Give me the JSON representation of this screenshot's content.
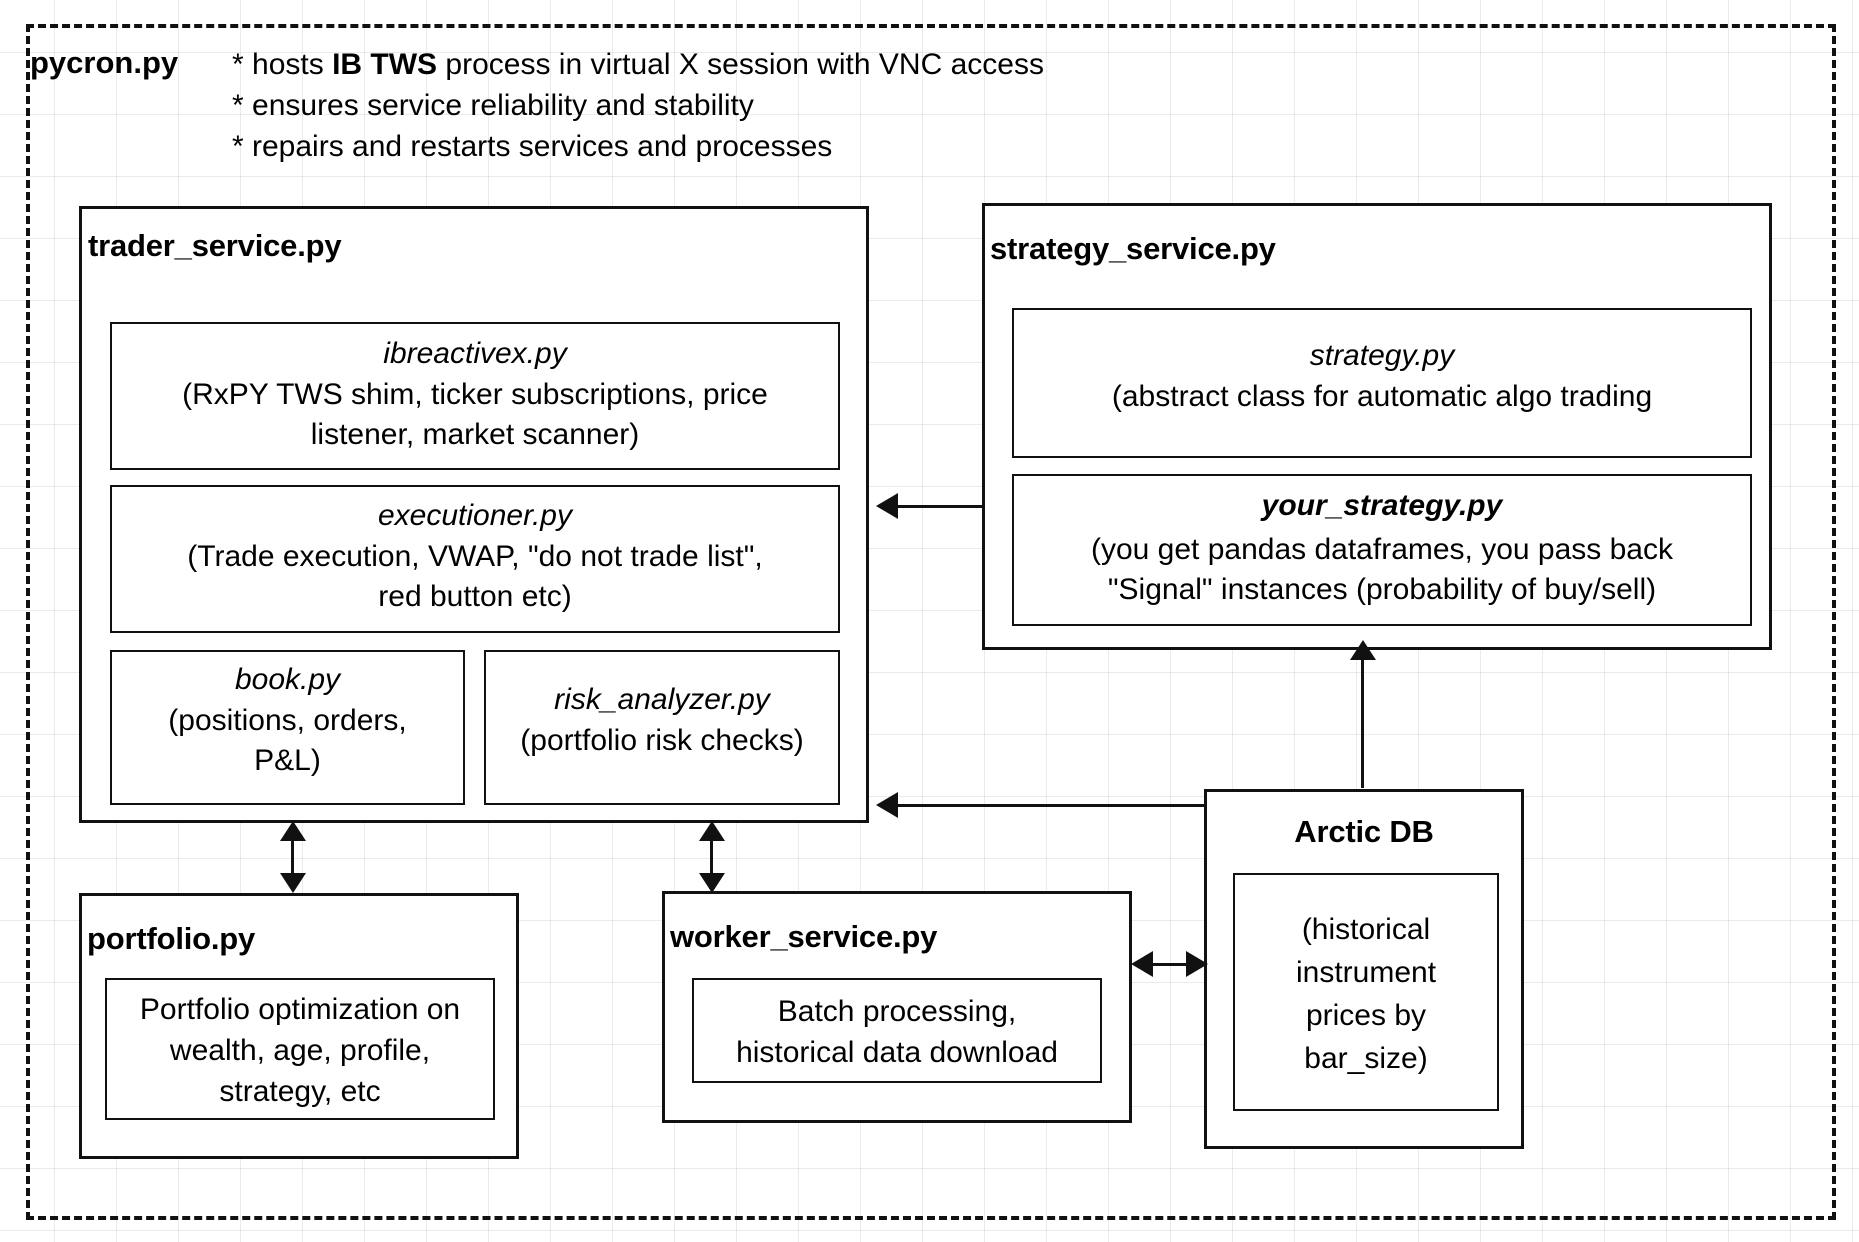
{
  "diagram": {
    "root": {
      "name": "pycron.py",
      "bullets": [
        {
          "prefix": "* hosts ",
          "strong": "IB TWS",
          "suffix": " process in virtual X session with VNC access"
        },
        {
          "prefix": "* ensures service reliability and stability",
          "strong": "",
          "suffix": ""
        },
        {
          "prefix": "* repairs and restarts services and processes",
          "strong": "",
          "suffix": ""
        }
      ],
      "bullet_lines": [
        "* hosts IB TWS process in virtual X session with VNC access",
        "* ensures service reliability and stability",
        "* repairs and restarts services and processes"
      ]
    },
    "trader_service": {
      "title": "trader_service.py",
      "modules": {
        "ibreactivex": {
          "name": "ibreactivex.py",
          "desc_line1": "(RxPY TWS shim, ticker subscriptions, price",
          "desc_line2": "listener, market scanner)"
        },
        "executioner": {
          "name": "executioner.py",
          "desc_line1": "(Trade execution, VWAP, \"do not trade list\",",
          "desc_line2": "red button etc)"
        },
        "book": {
          "name": "book.py",
          "desc_line1": "(positions, orders,",
          "desc_line2": "P&L)"
        },
        "risk_analyzer": {
          "name": "risk_analyzer.py",
          "desc_line1": "(portfolio risk checks)"
        }
      }
    },
    "strategy_service": {
      "title": "strategy_service.py",
      "modules": {
        "strategy": {
          "name": "strategy.py",
          "desc_line1": "(abstract class for automatic algo trading"
        },
        "your_strategy": {
          "name": "your_strategy.py",
          "desc_line1": "(you get pandas dataframes, you pass back",
          "desc_line2": "\"Signal\" instances (probability of buy/sell)"
        }
      }
    },
    "portfolio": {
      "title": "portfolio.py",
      "body_line1": "Portfolio optimization on",
      "body_line2": "wealth, age, profile,",
      "body_line3": "strategy, etc"
    },
    "worker_service": {
      "title": "worker_service.py",
      "body_line1": "Batch processing,",
      "body_line2": "historical data download"
    },
    "arctic_db": {
      "title": "Arctic DB",
      "body_line1": "(historical",
      "body_line2": "instrument",
      "body_line3": "prices by",
      "body_line4": "bar_size)"
    },
    "connectors": [
      {
        "id": "strategy-to-trader",
        "kind": "arrow-left"
      },
      {
        "id": "arctic-to-trader",
        "kind": "arrow-left"
      },
      {
        "id": "arctic-to-your-strategy",
        "kind": "arrow-up"
      },
      {
        "id": "trader-to-portfolio",
        "kind": "arrow-both-vertical"
      },
      {
        "id": "trader-to-worker",
        "kind": "arrow-both-vertical"
      },
      {
        "id": "worker-to-arctic",
        "kind": "arrow-both-horizontal"
      }
    ],
    "colors": {
      "stroke": "#111111",
      "background": "#ffffff",
      "grid": "rgba(120,130,150,0.16)"
    }
  }
}
